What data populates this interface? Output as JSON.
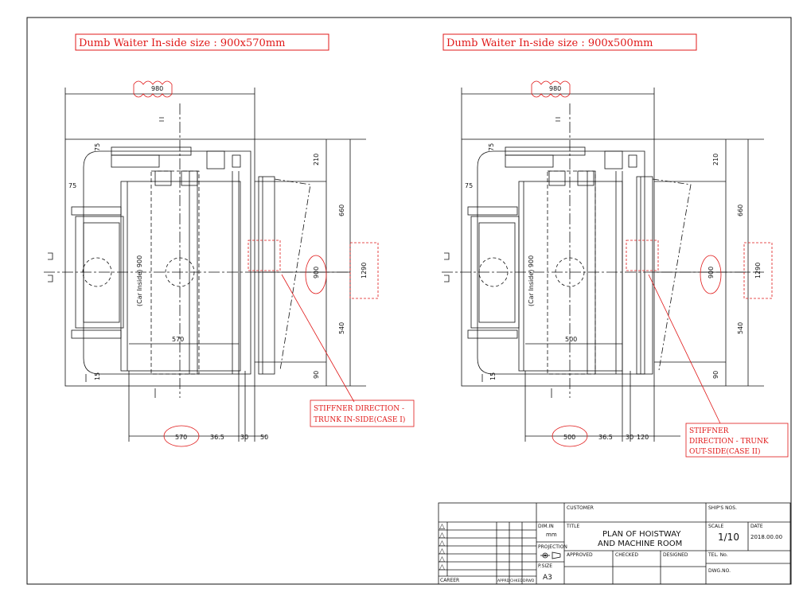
{
  "left": {
    "heading": "Dumb Waiter In-side size : 900x570mm",
    "top_width": "980",
    "dim_75a": "75",
    "dim_75b": "75",
    "dim_210": "210",
    "dim_660": "660",
    "dim_540": "540",
    "dim_90": "90",
    "dim_900_car": "(Car Inside) 900",
    "dim_900": "900",
    "dim_1290": "1290",
    "dim_15": "15",
    "dim_inner_570": "570",
    "dim_bottom_570": "570",
    "dim_36_5": "36.5",
    "dim_30": "30",
    "dim_50": "50",
    "note_line1": "STIFFNER DIRECTION -",
    "note_line2": "TRUNK IN-SIDE(CASE I)"
  },
  "right": {
    "heading": "Dumb Waiter In-side size : 900x500mm",
    "top_width": "980",
    "dim_75a": "75",
    "dim_75b": "75",
    "dim_210": "210",
    "dim_660": "660",
    "dim_540": "540",
    "dim_90": "90",
    "dim_900_car": "(Car Inside) 900",
    "dim_900": "900",
    "dim_1290": "1290",
    "dim_15": "15",
    "dim_inner_500": "500",
    "dim_bottom_500": "500",
    "dim_36_5": "36.5",
    "dim_30": "30",
    "dim_120": "120",
    "note_line1": "STIFFNER",
    "note_line2": "DIRECTION - TRUNK",
    "note_line3": "OUT-SIDE(CASE II)"
  },
  "title_block": {
    "customer_label": "CUSTOMER",
    "ships_nos_label": "SHIP'S NOS.",
    "dim_in_label": "DIM.IN",
    "dim_in_value": "mm",
    "title_label": "TITLE",
    "title_line1": "PLAN OF HOISTWAY",
    "title_line2": "AND MACHINE ROOM",
    "scale_label": "SCALE",
    "scale_value": "1/10",
    "date_label": "DATE",
    "date_value": "2018.00.00",
    "projection_label": "PROJECTION",
    "approved_label": "APPROVED",
    "checked_label": "CHECKED",
    "designed_label": "DESIGNED",
    "tel_label": "TEL. No.",
    "psize_label": "P.SIZE",
    "psize_value": "A3",
    "dwg_label": "DWG.NO.",
    "career_label": "CAREER",
    "apprd_label": "APPRD",
    "chked_label": "CHKED",
    "drwd_label": "DRWD",
    "revision_symbol": "△"
  },
  "colors": {
    "line": "#111111",
    "red": "#e01818"
  }
}
